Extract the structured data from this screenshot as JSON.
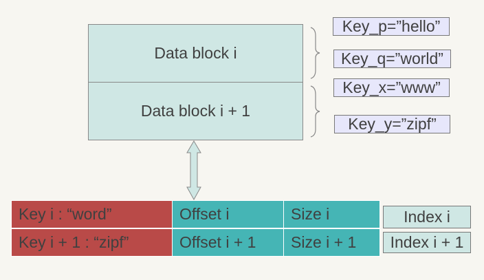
{
  "data_blocks": [
    "Data block i",
    "Data block i + 1"
  ],
  "keys": [
    "Key_p=”hello”",
    "Key_q=”world”",
    "Key_x=”www”",
    "Key_y=”zipf”"
  ],
  "table": {
    "rows": [
      [
        "Key i : “word”",
        "Offset i",
        "Size i"
      ],
      [
        "Key i + 1 : “zipf”",
        "Offset i +  1",
        "Size i + 1"
      ]
    ]
  },
  "index": [
    "Index i",
    "Index i + 1"
  ],
  "colors": {
    "key_column": "#b94a48",
    "offset_size_columns": "#45b5b5",
    "block_fill": "#cfe7e4",
    "key_box_fill": "#e7e7fb"
  }
}
